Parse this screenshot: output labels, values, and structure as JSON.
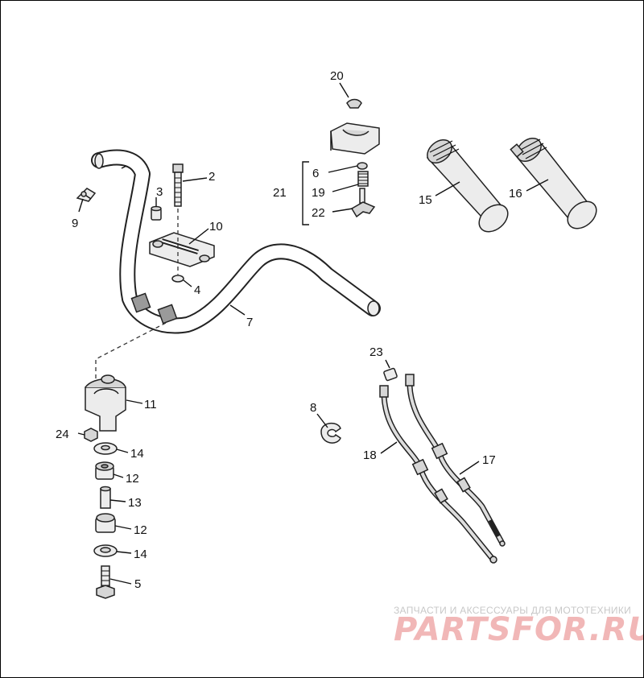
{
  "labels": [
    {
      "id": "1",
      "text": "20"
    },
    {
      "id": "2",
      "text": "2"
    },
    {
      "id": "3",
      "text": "3"
    },
    {
      "id": "4",
      "text": "9"
    },
    {
      "id": "5",
      "text": "10"
    },
    {
      "id": "6",
      "text": "4"
    },
    {
      "id": "7",
      "text": "7"
    },
    {
      "id": "8",
      "text": "21"
    },
    {
      "id": "9",
      "text": "6"
    },
    {
      "id": "10",
      "text": "19"
    },
    {
      "id": "11",
      "text": "22"
    },
    {
      "id": "12",
      "text": "15"
    },
    {
      "id": "13",
      "text": "16"
    },
    {
      "id": "14",
      "text": "23"
    },
    {
      "id": "15",
      "text": "11"
    },
    {
      "id": "16",
      "text": "24"
    },
    {
      "id": "17",
      "text": "14"
    },
    {
      "id": "18",
      "text": "12"
    },
    {
      "id": "19",
      "text": "13"
    },
    {
      "id": "20",
      "text": "12"
    },
    {
      "id": "21",
      "text": "14"
    },
    {
      "id": "22",
      "text": "5"
    },
    {
      "id": "23",
      "text": "8"
    },
    {
      "id": "24",
      "text": "18"
    },
    {
      "id": "25",
      "text": "17"
    }
  ],
  "watermark": {
    "caption": "ЗАПЧАСТИ И АКСЕССУАРЫ ДЛЯ МОТОТЕХНИКИ",
    "logo": "PARTSFOR.RU"
  }
}
